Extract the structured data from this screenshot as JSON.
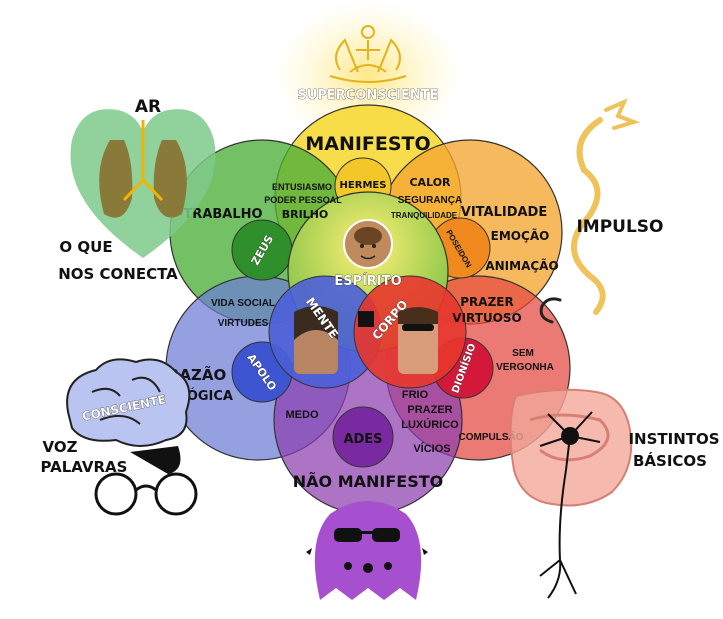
{
  "top": {
    "superconsciente": "SUPERCONSCIENTE",
    "manifesto": "MANIFESTO",
    "hermes": "HERMES",
    "entusiasmo": "ENTUSIASMO",
    "poder_pessoal": "PODER PESSOAL",
    "brilho": "BRILHO",
    "calor": "CALOR",
    "seguranca": "SEGURANÇA",
    "tranquilidade": "TRANQUILIDADE"
  },
  "left_green": {
    "trabalho": "TRABALHO",
    "zeus": "ZEUS",
    "vida_social": "VIDA SOCIAL",
    "virtudes": "VIRTUDES"
  },
  "right_orange": {
    "vitalidade": "VITALIDADE",
    "poseidon": "POSEIDON",
    "emocao": "EMOÇÃO",
    "animacao": "ANIMAÇÃO",
    "prazer": "PRAZER",
    "virtuoso": "VIRTUOSO"
  },
  "center": {
    "espirito": "ESPÍRITO",
    "mente": "MENTE",
    "corpo": "CORPO"
  },
  "left_blue": {
    "razao": "RAZÃO",
    "logica": "LÓGICA",
    "apolo": "APOLO",
    "medo": "MEDO"
  },
  "right_red": {
    "dionisio": "DIONÍSIO",
    "sem": "SEM",
    "vergonha": "VERGONHA",
    "frio": "FRIO",
    "prazer": "PRAZER",
    "luxurico": "LUXÚRICO",
    "vicios": "VÍCIOS",
    "compulsao": "COMPULSÃO"
  },
  "bottom": {
    "ades": "ADES",
    "nao_manifesto": "NÃO MANIFESTO"
  },
  "sides": {
    "ar": "AR",
    "o_que": "O QUE",
    "nos_conecta": "NOS CONECTA",
    "impulso": "IMPULSO",
    "consciente": "CONSCIENTE",
    "voz": "VOZ",
    "palavras": "PALAVRAS",
    "instintos": "INSTINTOS",
    "basicos": "BÁSICOS"
  },
  "colors": {
    "yellow": "#f6d72b",
    "green": "#4cae3a",
    "orange": "#f5a531",
    "blue": "#6c7cd6",
    "red": "#e4463f",
    "purple": "#8d3fb0",
    "ghost": "#a64fcf"
  }
}
